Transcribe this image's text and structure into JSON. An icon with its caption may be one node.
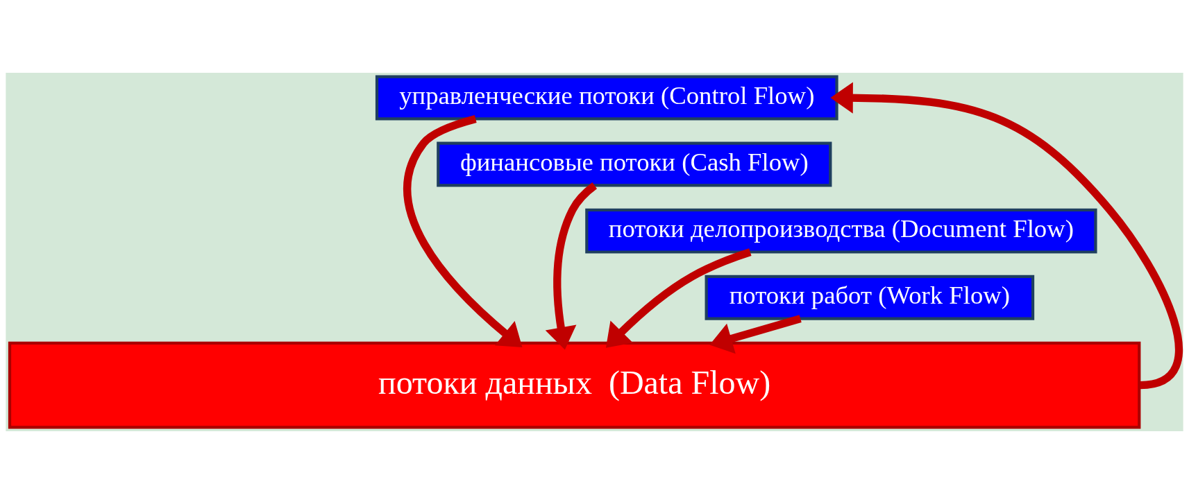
{
  "diagram": {
    "nodes": [
      {
        "text": [
          "управленческие потоки (Control Flow)"
        ]
      },
      {
        "text": [
          "финансовые потоки (Cash Flow)"
        ]
      },
      {
        "text": [
          "потоки делопроизводства (Document Flow)"
        ]
      },
      {
        "text": [
          "потоки работ (Work Flow)"
        ]
      },
      {
        "text": [
          "потоки данных  (Data Flow)"
        ]
      }
    ],
    "edges": [
      {
        "from": 0,
        "to": 4,
        "arrow": "to"
      },
      {
        "from": 1,
        "to": 4,
        "arrow": "to"
      },
      {
        "from": 2,
        "to": 4,
        "arrow": "to"
      },
      {
        "from": 3,
        "to": 4,
        "arrow": "to"
      },
      {
        "from": 4,
        "to": 0,
        "arrow": "to"
      }
    ]
  }
}
